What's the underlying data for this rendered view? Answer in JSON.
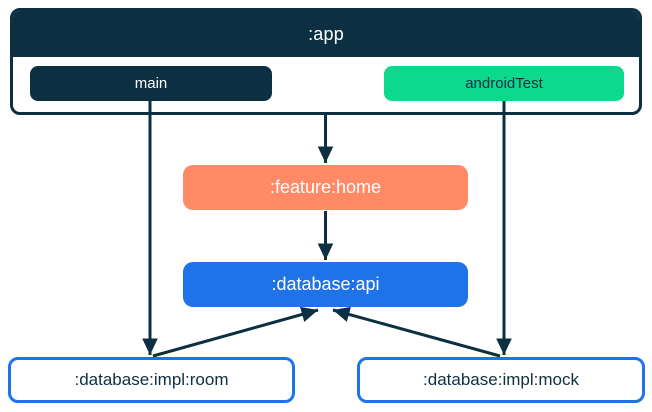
{
  "diagram": {
    "description": "Gradle module dependency graph",
    "colors": {
      "navy": "#0C3042",
      "green": "#0CD98C",
      "coral": "#FF8A65",
      "blue": "#1F73E8",
      "white": "#FFFFFF"
    },
    "nodes": {
      "app": {
        "label": ":app",
        "type": "container",
        "color": "#0C3042"
      },
      "main": {
        "label": "main",
        "type": "source-set",
        "color": "#0C3042"
      },
      "android_test": {
        "label": "androidTest",
        "type": "source-set",
        "color": "#0CD98C"
      },
      "feature_home": {
        "label": ":feature:home",
        "type": "module",
        "color": "#FF8A65"
      },
      "database_api": {
        "label": ":database:api",
        "type": "module",
        "color": "#1F73E8"
      },
      "database_impl_room": {
        "label": ":database:impl:room",
        "type": "module",
        "color": "#FFFFFF"
      },
      "database_impl_mock": {
        "label": ":database:impl:mock",
        "type": "module",
        "color": "#FFFFFF"
      }
    },
    "edges": [
      {
        "from": ":app",
        "to": ":feature:home"
      },
      {
        "from": ":feature:home",
        "to": ":database:api"
      },
      {
        "from": ":app (main)",
        "to": ":database:impl:room"
      },
      {
        "from": ":app (androidTest)",
        "to": ":database:impl:mock"
      },
      {
        "from": ":database:impl:room",
        "to": ":database:api"
      },
      {
        "from": ":database:impl:mock",
        "to": ":database:api"
      }
    ]
  }
}
